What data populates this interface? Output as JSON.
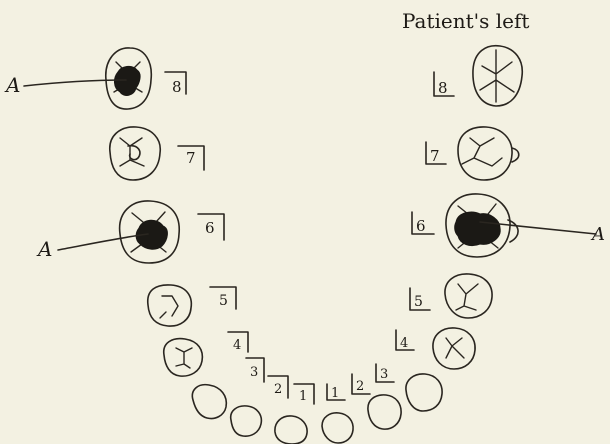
{
  "title": "Patient's left",
  "annotation_letter": "A",
  "tooth_numbers": [
    "8",
    "7",
    "6",
    "5",
    "4",
    "3",
    "2",
    "1"
  ]
}
